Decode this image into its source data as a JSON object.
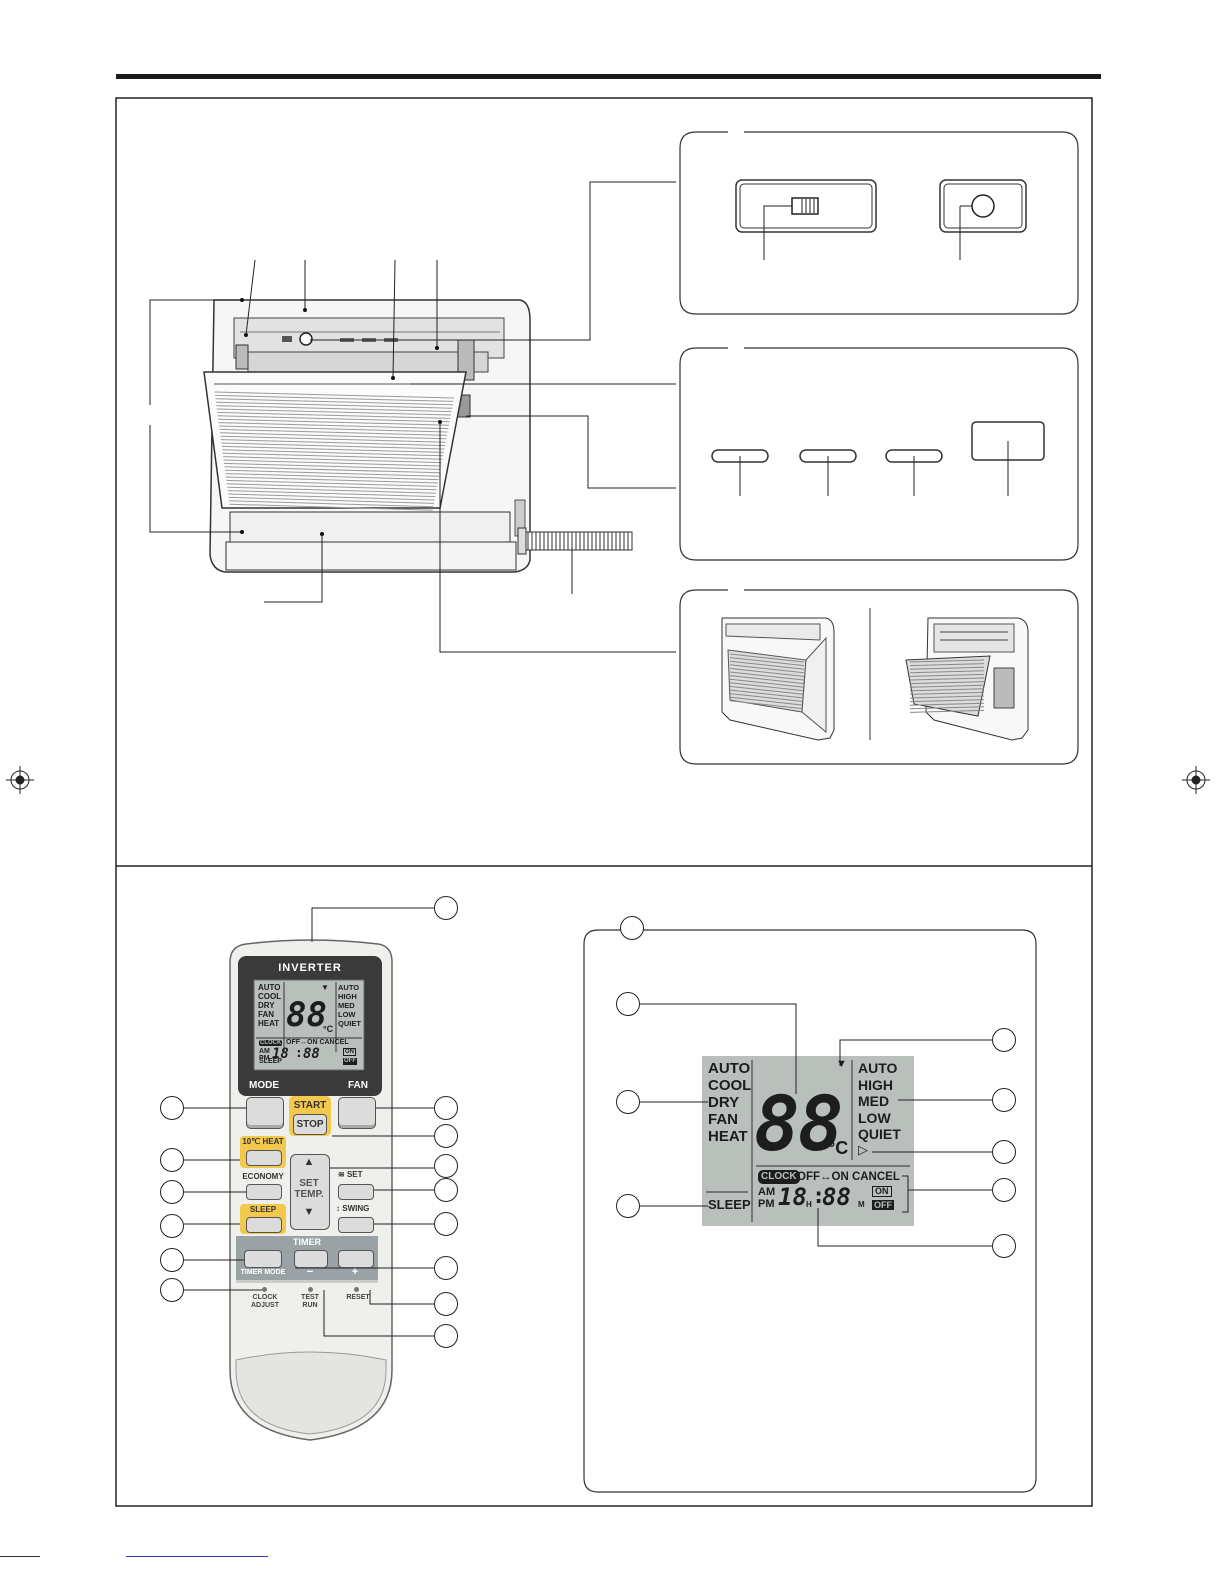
{
  "remote": {
    "brand": "INVERTER",
    "lcd_small": {
      "modes": [
        "AUTO",
        "COOL",
        "DRY",
        "FAN",
        "HEAT"
      ],
      "fan_speeds": [
        "AUTO",
        "HIGH",
        "MED",
        "LOW",
        "QUIET"
      ],
      "temp_digits": "88",
      "unit": "°C",
      "clock_badge": "CLOCK",
      "timer_text": "OFF↔ON CANCEL",
      "am": "AM",
      "pm": "PM",
      "time_hour": "18",
      "time_min": "88",
      "sleep": "SLEEP",
      "on": "ON",
      "off": "OFF"
    },
    "buttons": {
      "mode": "MODE",
      "fan": "FAN",
      "start": "START",
      "stop": "STOP",
      "heat10": "10℃ HEAT",
      "economy": "ECONOMY",
      "sleep": "SLEEP",
      "set_temp_1": "SET",
      "set_temp_2": "TEMP.",
      "set": "SET",
      "swing": "SWING",
      "timer": "TIMER",
      "timer_mode": "TIMER MODE",
      "minus": "−",
      "plus": "+",
      "clock_adjust_1": "CLOCK",
      "clock_adjust_2": "ADJUST",
      "test_run_1": "TEST",
      "test_run_2": "RUN",
      "reset": "RESET"
    }
  },
  "display": {
    "modes": [
      "AUTO",
      "COOL",
      "DRY",
      "FAN",
      "HEAT"
    ],
    "fan_speeds": [
      "AUTO",
      "HIGH",
      "MED",
      "LOW",
      "QUIET"
    ],
    "temp_digits": "88",
    "unit": "°C",
    "clock_badge": "CLOCK",
    "timer_text": "OFF↔ON CANCEL",
    "am": "AM",
    "pm": "PM",
    "time_hour": "18",
    "time_h": "H",
    "time_min": "88",
    "time_m": "M",
    "sleep": "SLEEP",
    "on": "ON",
    "off": "OFF"
  },
  "colors": {
    "lcd_bg": "#b9c0bc",
    "highlight_yellow": "#f2c94c",
    "button_grey": "#dcdcdc",
    "remote_body": "#efefeb",
    "remote_dark": "#3a3a3a",
    "timer_band": "#9aa2a6"
  }
}
